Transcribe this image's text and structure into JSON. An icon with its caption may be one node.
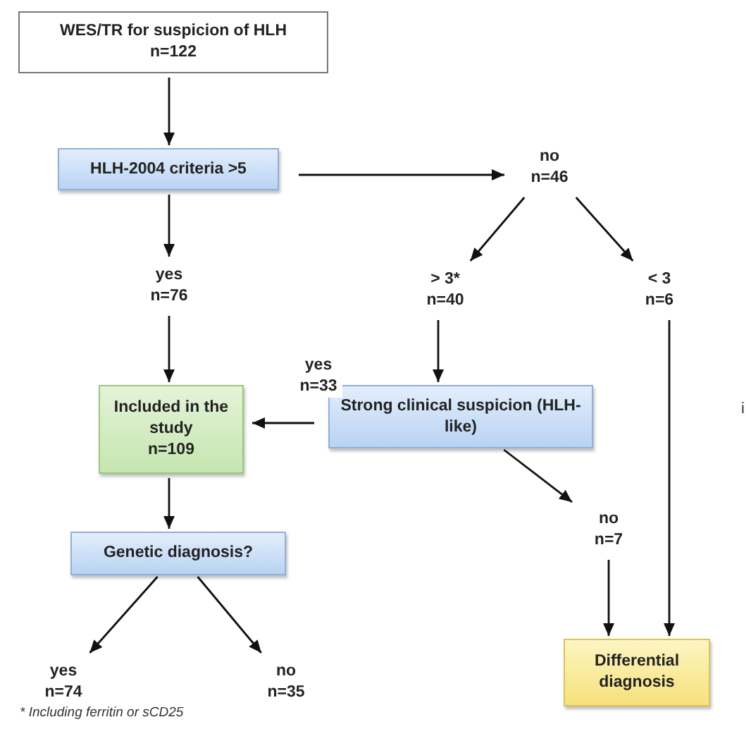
{
  "diagram": {
    "nodes": [
      {
        "text": [
          "WES/TR for suspicion of HLH",
          "n=122"
        ]
      },
      {
        "text": [
          "HLH-2004 criteria >5"
        ]
      },
      {
        "text": [
          "no",
          "n=46"
        ]
      },
      {
        "text": [
          "yes",
          "n=76"
        ]
      },
      {
        "text": [
          "> 3*",
          "n=40"
        ]
      },
      {
        "text": [
          "< 3",
          "n=6"
        ]
      },
      {
        "text": [
          "Included in the study",
          "n=109"
        ]
      },
      {
        "text": [
          "Strong clinical suspicion (HLH-like)"
        ]
      },
      {
        "text": [
          "no",
          "n=7"
        ]
      },
      {
        "text": [
          "Genetic diagnosis?"
        ]
      },
      {
        "text": [
          "yes",
          "n=74"
        ]
      },
      {
        "text": [
          "no",
          "n=35"
        ]
      },
      {
        "text": [
          "Differential diagnosis"
        ]
      }
    ],
    "edges": [
      {
        "from": 0,
        "to": 1,
        "arrow": "to"
      },
      {
        "from": 1,
        "to": 2,
        "arrow": "to"
      },
      {
        "from": 1,
        "to": 3,
        "arrow": "to"
      },
      {
        "from": 2,
        "to": 4,
        "arrow": "to"
      },
      {
        "from": 2,
        "to": 5,
        "arrow": "to"
      },
      {
        "from": 3,
        "to": 6,
        "arrow": "to"
      },
      {
        "from": 4,
        "to": 7,
        "arrow": "to"
      },
      {
        "from": 7,
        "to": 6,
        "arrow": "to",
        "label": "yes n=33"
      },
      {
        "from": 7,
        "to": 8,
        "arrow": "to"
      },
      {
        "from": 8,
        "to": 12,
        "arrow": "to"
      },
      {
        "from": 5,
        "to": 12,
        "arrow": "to"
      },
      {
        "from": 6,
        "to": 9,
        "arrow": "to"
      },
      {
        "from": 9,
        "to": 10,
        "arrow": "to"
      },
      {
        "from": 9,
        "to": 11,
        "arrow": "to"
      }
    ],
    "labels": [
      "* Including ferritin or sCD25",
      "i"
    ]
  }
}
